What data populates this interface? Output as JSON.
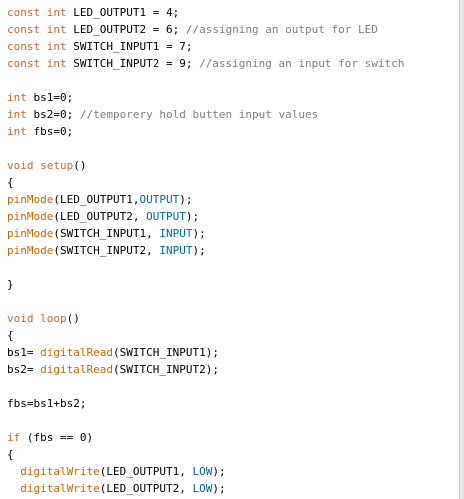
{
  "editor": {
    "colors": {
      "type": "#cc6633",
      "function": "#cc6600",
      "constant": "#006699",
      "comment": "#7e7e7e",
      "text": "#000000",
      "background": "#ffffff"
    },
    "lines": [
      [
        {
          "c": "tk-type",
          "t": "const int"
        },
        {
          "c": "tk-text",
          "t": " LED_OUTPUT1 = 4;"
        }
      ],
      [
        {
          "c": "tk-type",
          "t": "const int"
        },
        {
          "c": "tk-text",
          "t": " LED_OUTPUT2 = 6; "
        },
        {
          "c": "tk-comment",
          "t": "//assigning an output for LED"
        }
      ],
      [
        {
          "c": "tk-type",
          "t": "const int"
        },
        {
          "c": "tk-text",
          "t": " SWITCH_INPUT1 = 7;"
        }
      ],
      [
        {
          "c": "tk-type",
          "t": "const int"
        },
        {
          "c": "tk-text",
          "t": " SWITCH_INPUT2 = 9; "
        },
        {
          "c": "tk-comment",
          "t": "//assigning an input for switch"
        }
      ],
      [],
      [
        {
          "c": "tk-type",
          "t": "int"
        },
        {
          "c": "tk-text",
          "t": " bs1=0;"
        }
      ],
      [
        {
          "c": "tk-type",
          "t": "int"
        },
        {
          "c": "tk-text",
          "t": " bs2=0; "
        },
        {
          "c": "tk-comment",
          "t": "//temporery hold butten input values"
        }
      ],
      [
        {
          "c": "tk-type",
          "t": "int"
        },
        {
          "c": "tk-text",
          "t": " fbs=0;"
        }
      ],
      [],
      [
        {
          "c": "tk-kw",
          "t": "void"
        },
        {
          "c": "tk-text",
          "t": " "
        },
        {
          "c": "tk-kw",
          "t": "setup"
        },
        {
          "c": "tk-text",
          "t": "()"
        }
      ],
      [
        {
          "c": "tk-text",
          "t": "{"
        }
      ],
      [
        {
          "c": "tk-fn",
          "t": "pinMode"
        },
        {
          "c": "tk-text",
          "t": "(LED_OUTPUT1,"
        },
        {
          "c": "tk-const",
          "t": "OUTPUT"
        },
        {
          "c": "tk-text",
          "t": ");"
        }
      ],
      [
        {
          "c": "tk-fn",
          "t": "pinMode"
        },
        {
          "c": "tk-text",
          "t": "(LED_OUTPUT2, "
        },
        {
          "c": "tk-const",
          "t": "OUTPUT"
        },
        {
          "c": "tk-text",
          "t": ");"
        }
      ],
      [
        {
          "c": "tk-fn",
          "t": "pinMode"
        },
        {
          "c": "tk-text",
          "t": "(SWITCH_INPUT1, "
        },
        {
          "c": "tk-const",
          "t": "INPUT"
        },
        {
          "c": "tk-text",
          "t": ");"
        }
      ],
      [
        {
          "c": "tk-fn",
          "t": "pinMode"
        },
        {
          "c": "tk-text",
          "t": "(SWITCH_INPUT2, "
        },
        {
          "c": "tk-const",
          "t": "INPUT"
        },
        {
          "c": "tk-text",
          "t": ");"
        }
      ],
      [],
      [
        {
          "c": "tk-text",
          "t": "}"
        }
      ],
      [],
      [
        {
          "c": "tk-kw",
          "t": "void"
        },
        {
          "c": "tk-text",
          "t": " "
        },
        {
          "c": "tk-kw",
          "t": "loop"
        },
        {
          "c": "tk-text",
          "t": "()"
        }
      ],
      [
        {
          "c": "tk-text",
          "t": "{"
        }
      ],
      [
        {
          "c": "tk-text",
          "t": "bs1= "
        },
        {
          "c": "tk-fn",
          "t": "digitalRead"
        },
        {
          "c": "tk-text",
          "t": "(SWITCH_INPUT1);"
        }
      ],
      [
        {
          "c": "tk-text",
          "t": "bs2= "
        },
        {
          "c": "tk-fn",
          "t": "digitalRead"
        },
        {
          "c": "tk-text",
          "t": "(SWITCH_INPUT2);"
        }
      ],
      [],
      [
        {
          "c": "tk-text",
          "t": "fbs=bs1+bs2;"
        }
      ],
      [],
      [
        {
          "c": "tk-kw",
          "t": "if"
        },
        {
          "c": "tk-text",
          "t": " (fbs == 0)"
        }
      ],
      [
        {
          "c": "tk-text",
          "t": "{"
        }
      ],
      [
        {
          "c": "tk-text",
          "t": "  "
        },
        {
          "c": "tk-fn",
          "t": "digitalWrite"
        },
        {
          "c": "tk-text",
          "t": "(LED_OUTPUT1, "
        },
        {
          "c": "tk-const",
          "t": "LOW"
        },
        {
          "c": "tk-text",
          "t": ");"
        }
      ],
      [
        {
          "c": "tk-text",
          "t": "  "
        },
        {
          "c": "tk-fn",
          "t": "digitalWrite"
        },
        {
          "c": "tk-text",
          "t": "(LED_OUTPUT2, "
        },
        {
          "c": "tk-const",
          "t": "LOW"
        },
        {
          "c": "tk-text",
          "t": ");"
        }
      ]
    ]
  }
}
